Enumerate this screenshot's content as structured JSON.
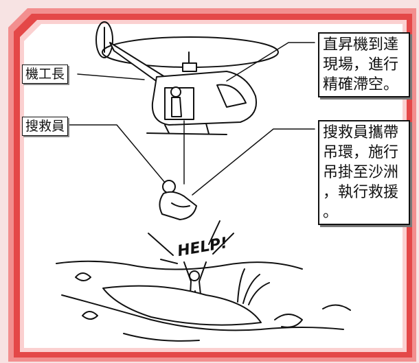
{
  "labels": {
    "crew_chief": "機工長",
    "rescuer": "搜救員"
  },
  "callouts": {
    "helicopter": [
      "直昇機到達",
      "現場，進行",
      "精確滯空。"
    ],
    "rescuer_action": [
      "搜救員攜帶",
      "吊環，施行",
      "吊掛至沙洲",
      "，執行救援",
      "。"
    ]
  },
  "exclamation": "HELP!",
  "colors": {
    "frame_outer": "#e84a4a",
    "frame_inner": "#f3a0a0",
    "background": "#f7e3e3",
    "ink": "#111111"
  }
}
